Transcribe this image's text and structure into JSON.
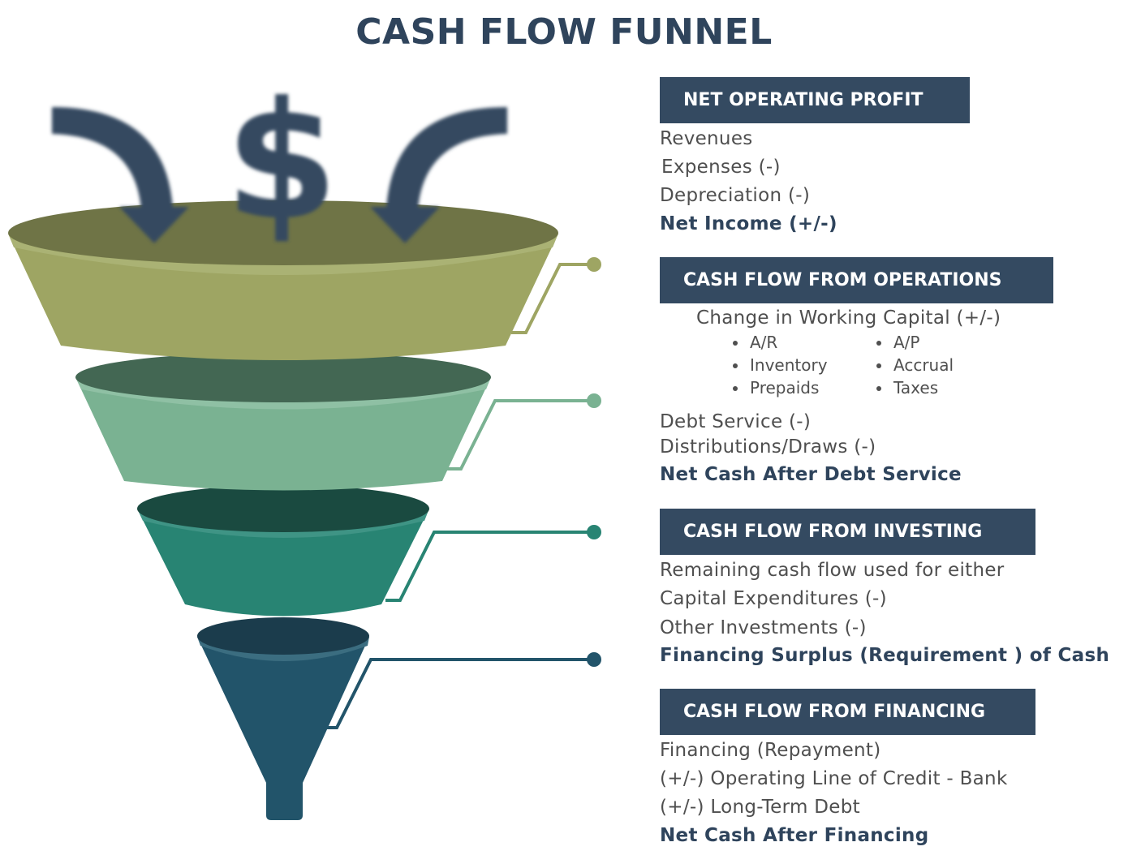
{
  "title": "CASH FLOW FUNNEL",
  "colors": {
    "navy": "#344a61",
    "olive": "#9ea563",
    "sage": "#7ab292",
    "teal": "#288473",
    "petrol": "#22546a"
  },
  "sections": {
    "operating_profit": {
      "header": "NET OPERATING PROFIT",
      "lines": [
        "Revenues",
        "Expenses (-)",
        "Depreciation (-)"
      ],
      "total": "Net Income (+/-)"
    },
    "operations": {
      "header": "CASH FLOW FROM OPERATIONS",
      "working_capital": "Change in Working Capital (+/-)",
      "left_items": [
        "A/R",
        "Inventory",
        "Prepaids"
      ],
      "right_items": [
        "A/P",
        "Accrual",
        "Taxes"
      ],
      "lines": [
        "Debt Service (-)",
        "Distributions/Draws (-)"
      ],
      "total": "Net Cash After Debt Service"
    },
    "investing": {
      "header": "CASH FLOW FROM INVESTING",
      "lines": [
        "Remaining cash flow used for either",
        "Capital Expenditures (-)",
        "Other Investments (-)"
      ],
      "total": "Financing Surplus (Requirement ) of Cash"
    },
    "financing": {
      "header": "CASH FLOW FROM FINANCING",
      "lines": [
        "Financing (Repayment)",
        "(+/-) Operating Line of Credit - Bank",
        "(+/-) Long-Term Debt"
      ],
      "total": "Net Cash After Financing"
    }
  }
}
